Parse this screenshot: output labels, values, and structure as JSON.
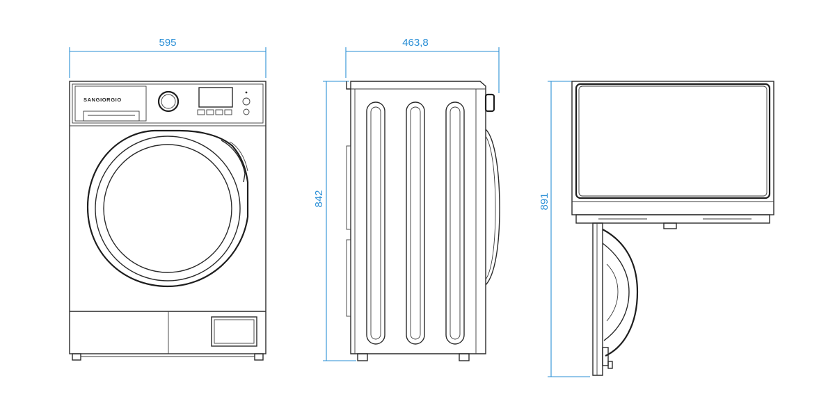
{
  "dimensions": {
    "front_width": "595",
    "side_depth": "463,8",
    "side_height": "842",
    "top_depth_door_open": "891"
  },
  "brand_label": "SANGIORGIO",
  "colors": {
    "dimension_line": "#2a8fd6",
    "drawing_line": "#2a2a2a",
    "background": "#ffffff"
  }
}
